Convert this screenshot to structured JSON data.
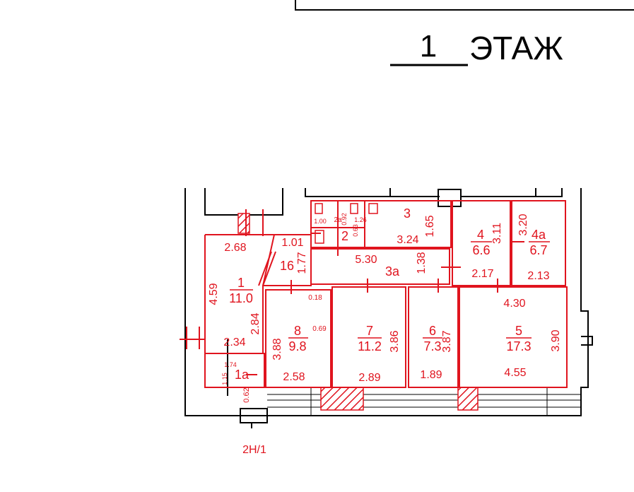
{
  "header": {
    "floor_number": "1",
    "floor_word": "ЭТАЖ"
  },
  "rooms": {
    "r1": {
      "num": "1",
      "area": "11.0"
    },
    "r1a": {
      "num": "1а"
    },
    "r2": {
      "num": "2"
    },
    "r2a": {
      "num": "2а"
    },
    "r3": {
      "num": "3"
    },
    "r3a": {
      "num": "3а"
    },
    "r4": {
      "num": "4",
      "area": "6.6"
    },
    "r4a": {
      "num": "4а",
      "area": "6.7"
    },
    "r5": {
      "num": "5",
      "area": "17.3"
    },
    "r6": {
      "num": "6",
      "area": "7.3"
    },
    "r7": {
      "num": "7",
      "area": "11.2"
    },
    "r8": {
      "num": "8",
      "area": "9.8"
    },
    "r16": {
      "num": "16"
    }
  },
  "dims": {
    "d268": "2.68",
    "d101": "1.01",
    "d177": "1.77",
    "d459": "4.59",
    "d284": "2.84",
    "d234": "2.34",
    "d174": "1.74",
    "d115": "1.15",
    "d062": "0.62",
    "d018": "0.18",
    "d069": "0.69",
    "d388": "3.88",
    "d258": "2.58",
    "d386": "3.86",
    "d289": "2.89",
    "d387": "3.87",
    "d189": "1.89",
    "d390": "3.90",
    "d455": "4.55",
    "d430": "4.30",
    "d530": "5.30",
    "d138": "1.38",
    "d217": "2.17",
    "d213": "2.13",
    "d324": "3.24",
    "d165": "1.65",
    "d311": "3.11",
    "d320": "3.20",
    "d100": "1.00",
    "d092": "0.92",
    "d063": "0.63",
    "d126": "1.26"
  },
  "entrance": {
    "label": "2Н/1"
  },
  "colors": {
    "plan_red": "#e0141e",
    "wall_black": "#000000",
    "background": "#ffffff"
  }
}
